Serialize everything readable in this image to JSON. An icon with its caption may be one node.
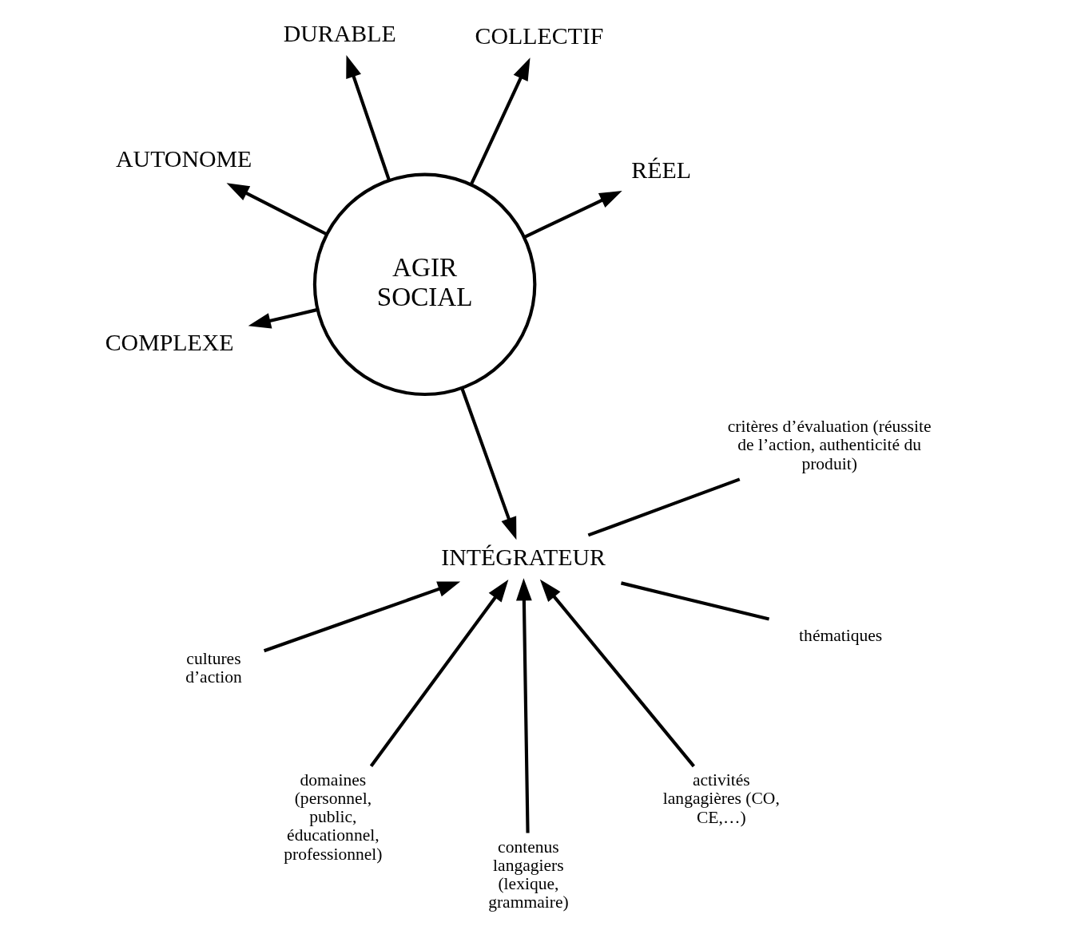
{
  "diagram": {
    "nodes": [
      {
        "text": [
          "AGIR SOCIAL"
        ]
      },
      {
        "text": [
          "RÉEL"
        ]
      },
      {
        "text": [
          "COMPLEXE"
        ]
      },
      {
        "text": [
          "AUTONOME"
        ]
      },
      {
        "text": [
          "COLLECTIF"
        ]
      },
      {
        "text": [
          "DURABLE"
        ]
      },
      {
        "text": [
          "INTÉGRATEUR"
        ]
      },
      {
        "text": [
          "thématiques"
        ]
      },
      {
        "text": [
          "domaines (personnel, public, éducationnel, professionnel)"
        ]
      },
      {
        "text": [
          "contenus langagiers (lexique, grammaire)"
        ]
      },
      {
        "text": [
          "activités langagières (CO, CE,…)"
        ]
      },
      {
        "text": [
          "cultures d’action"
        ]
      },
      {
        "text": [
          "critères d’évaluation (réussite de l’action, authenticité du produit)"
        ]
      }
    ],
    "edges": [
      {
        "from": 0,
        "to": 1,
        "arrow": "to"
      },
      {
        "from": 0,
        "to": 2,
        "arrow": "to"
      },
      {
        "from": 0,
        "to": 3,
        "arrow": "to"
      },
      {
        "from": 0,
        "to": 4,
        "arrow": "to"
      },
      {
        "from": 0,
        "to": 5,
        "arrow": "to"
      },
      {
        "from": 0,
        "to": 6,
        "arrow": "to"
      },
      {
        "from": 7,
        "to": 6,
        "arrow": "none"
      },
      {
        "from": 8,
        "to": 6,
        "arrow": "to"
      },
      {
        "from": 9,
        "to": 6,
        "arrow": "to"
      },
      {
        "from": 10,
        "to": 6,
        "arrow": "to"
      },
      {
        "from": 11,
        "to": 6,
        "arrow": "to"
      },
      {
        "from": 12,
        "to": 6,
        "arrow": "none"
      }
    ]
  }
}
